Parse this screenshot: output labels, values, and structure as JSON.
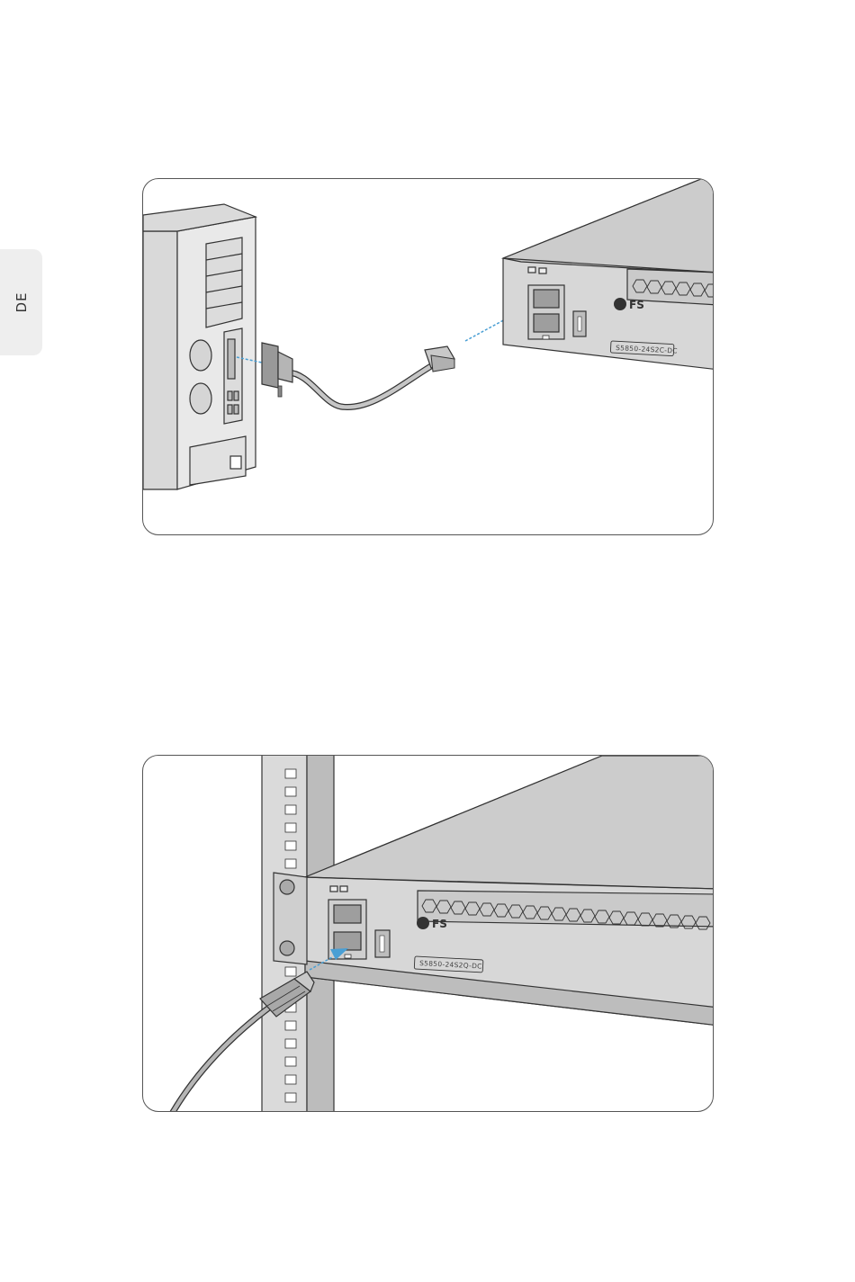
{
  "side_tab": {
    "label": "DE"
  },
  "figure1": {
    "brand": "FS",
    "model_label": "S5850-24S2C-DC",
    "colors": {
      "arrow": "#4a9fd4",
      "device": "#d7d7d7",
      "outline": "#333333"
    }
  },
  "figure2": {
    "brand": "FS",
    "model_label": "S5850-24S2Q-DC",
    "colors": {
      "arrow": "#4a9fd4",
      "device": "#d7d7d7",
      "rack": "#c8c8c8",
      "outline": "#333333"
    }
  }
}
